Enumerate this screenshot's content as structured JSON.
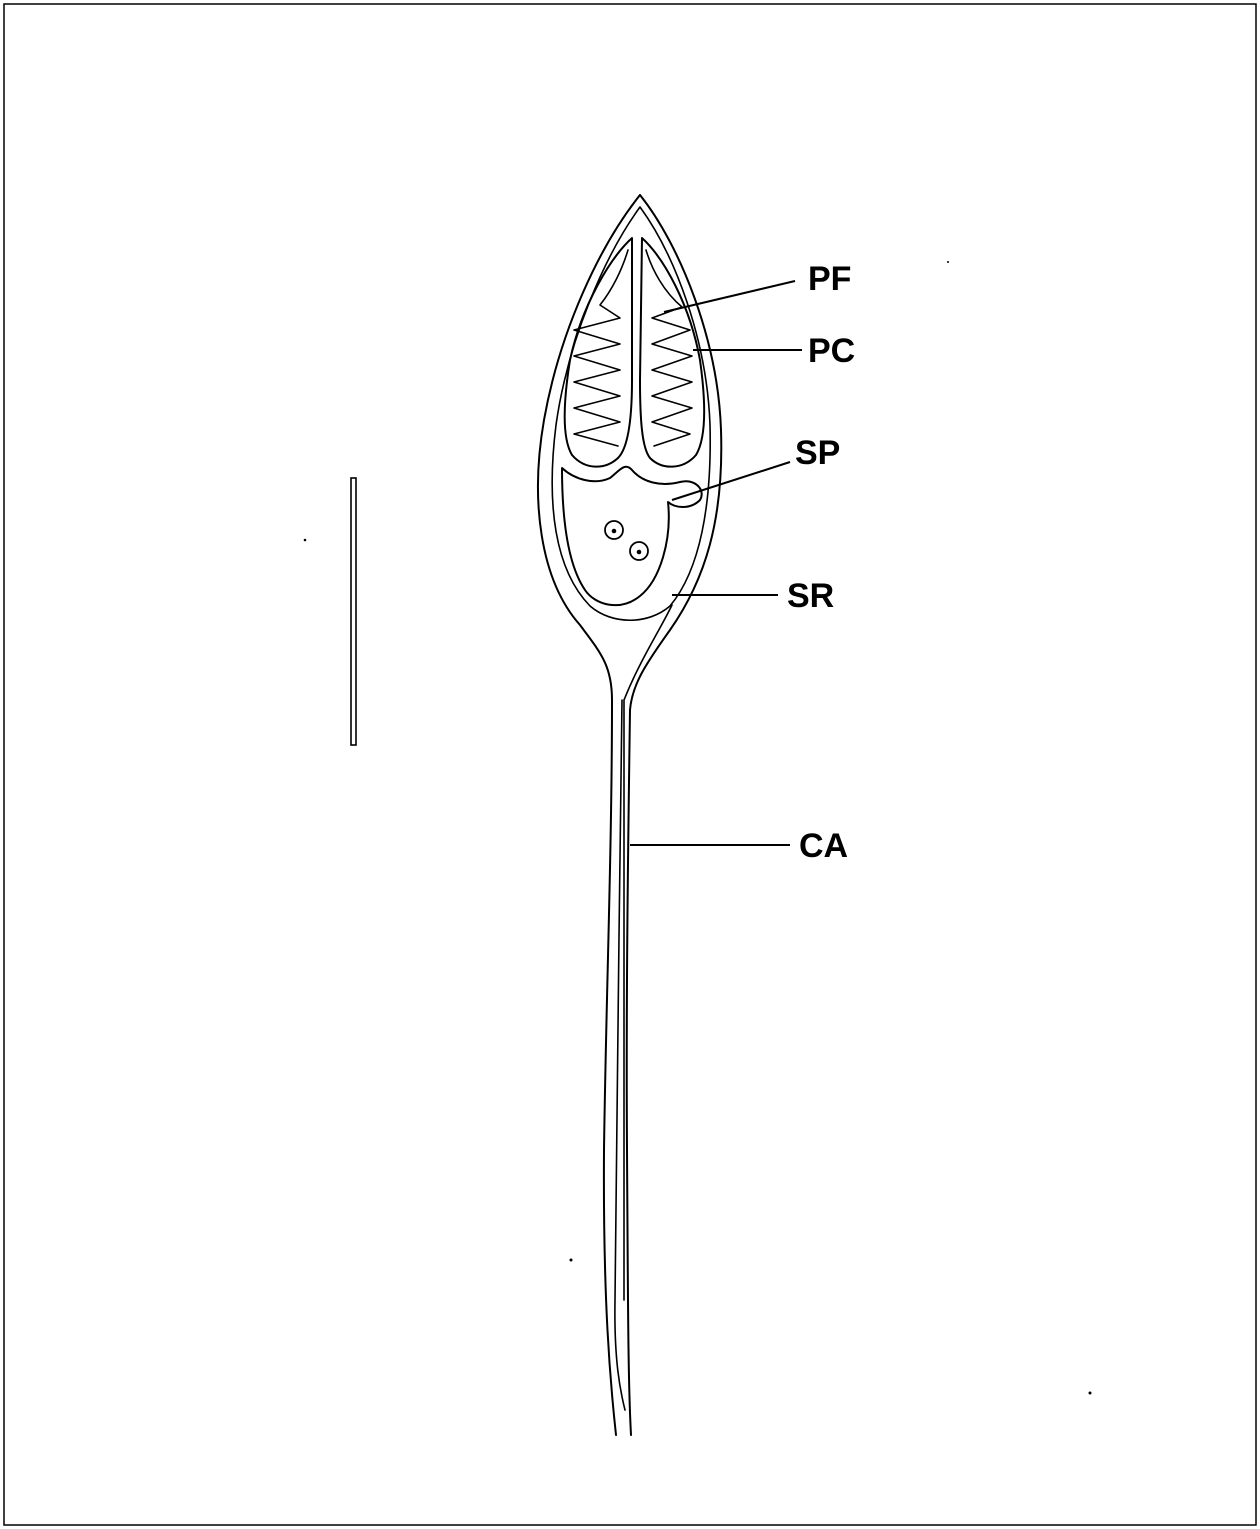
{
  "labels": {
    "pf": "PF",
    "pc": "PC",
    "sp": "SP",
    "sr": "SR",
    "ca": "CA"
  },
  "colors": {
    "ink": "#000000",
    "background": "#ffffff"
  }
}
